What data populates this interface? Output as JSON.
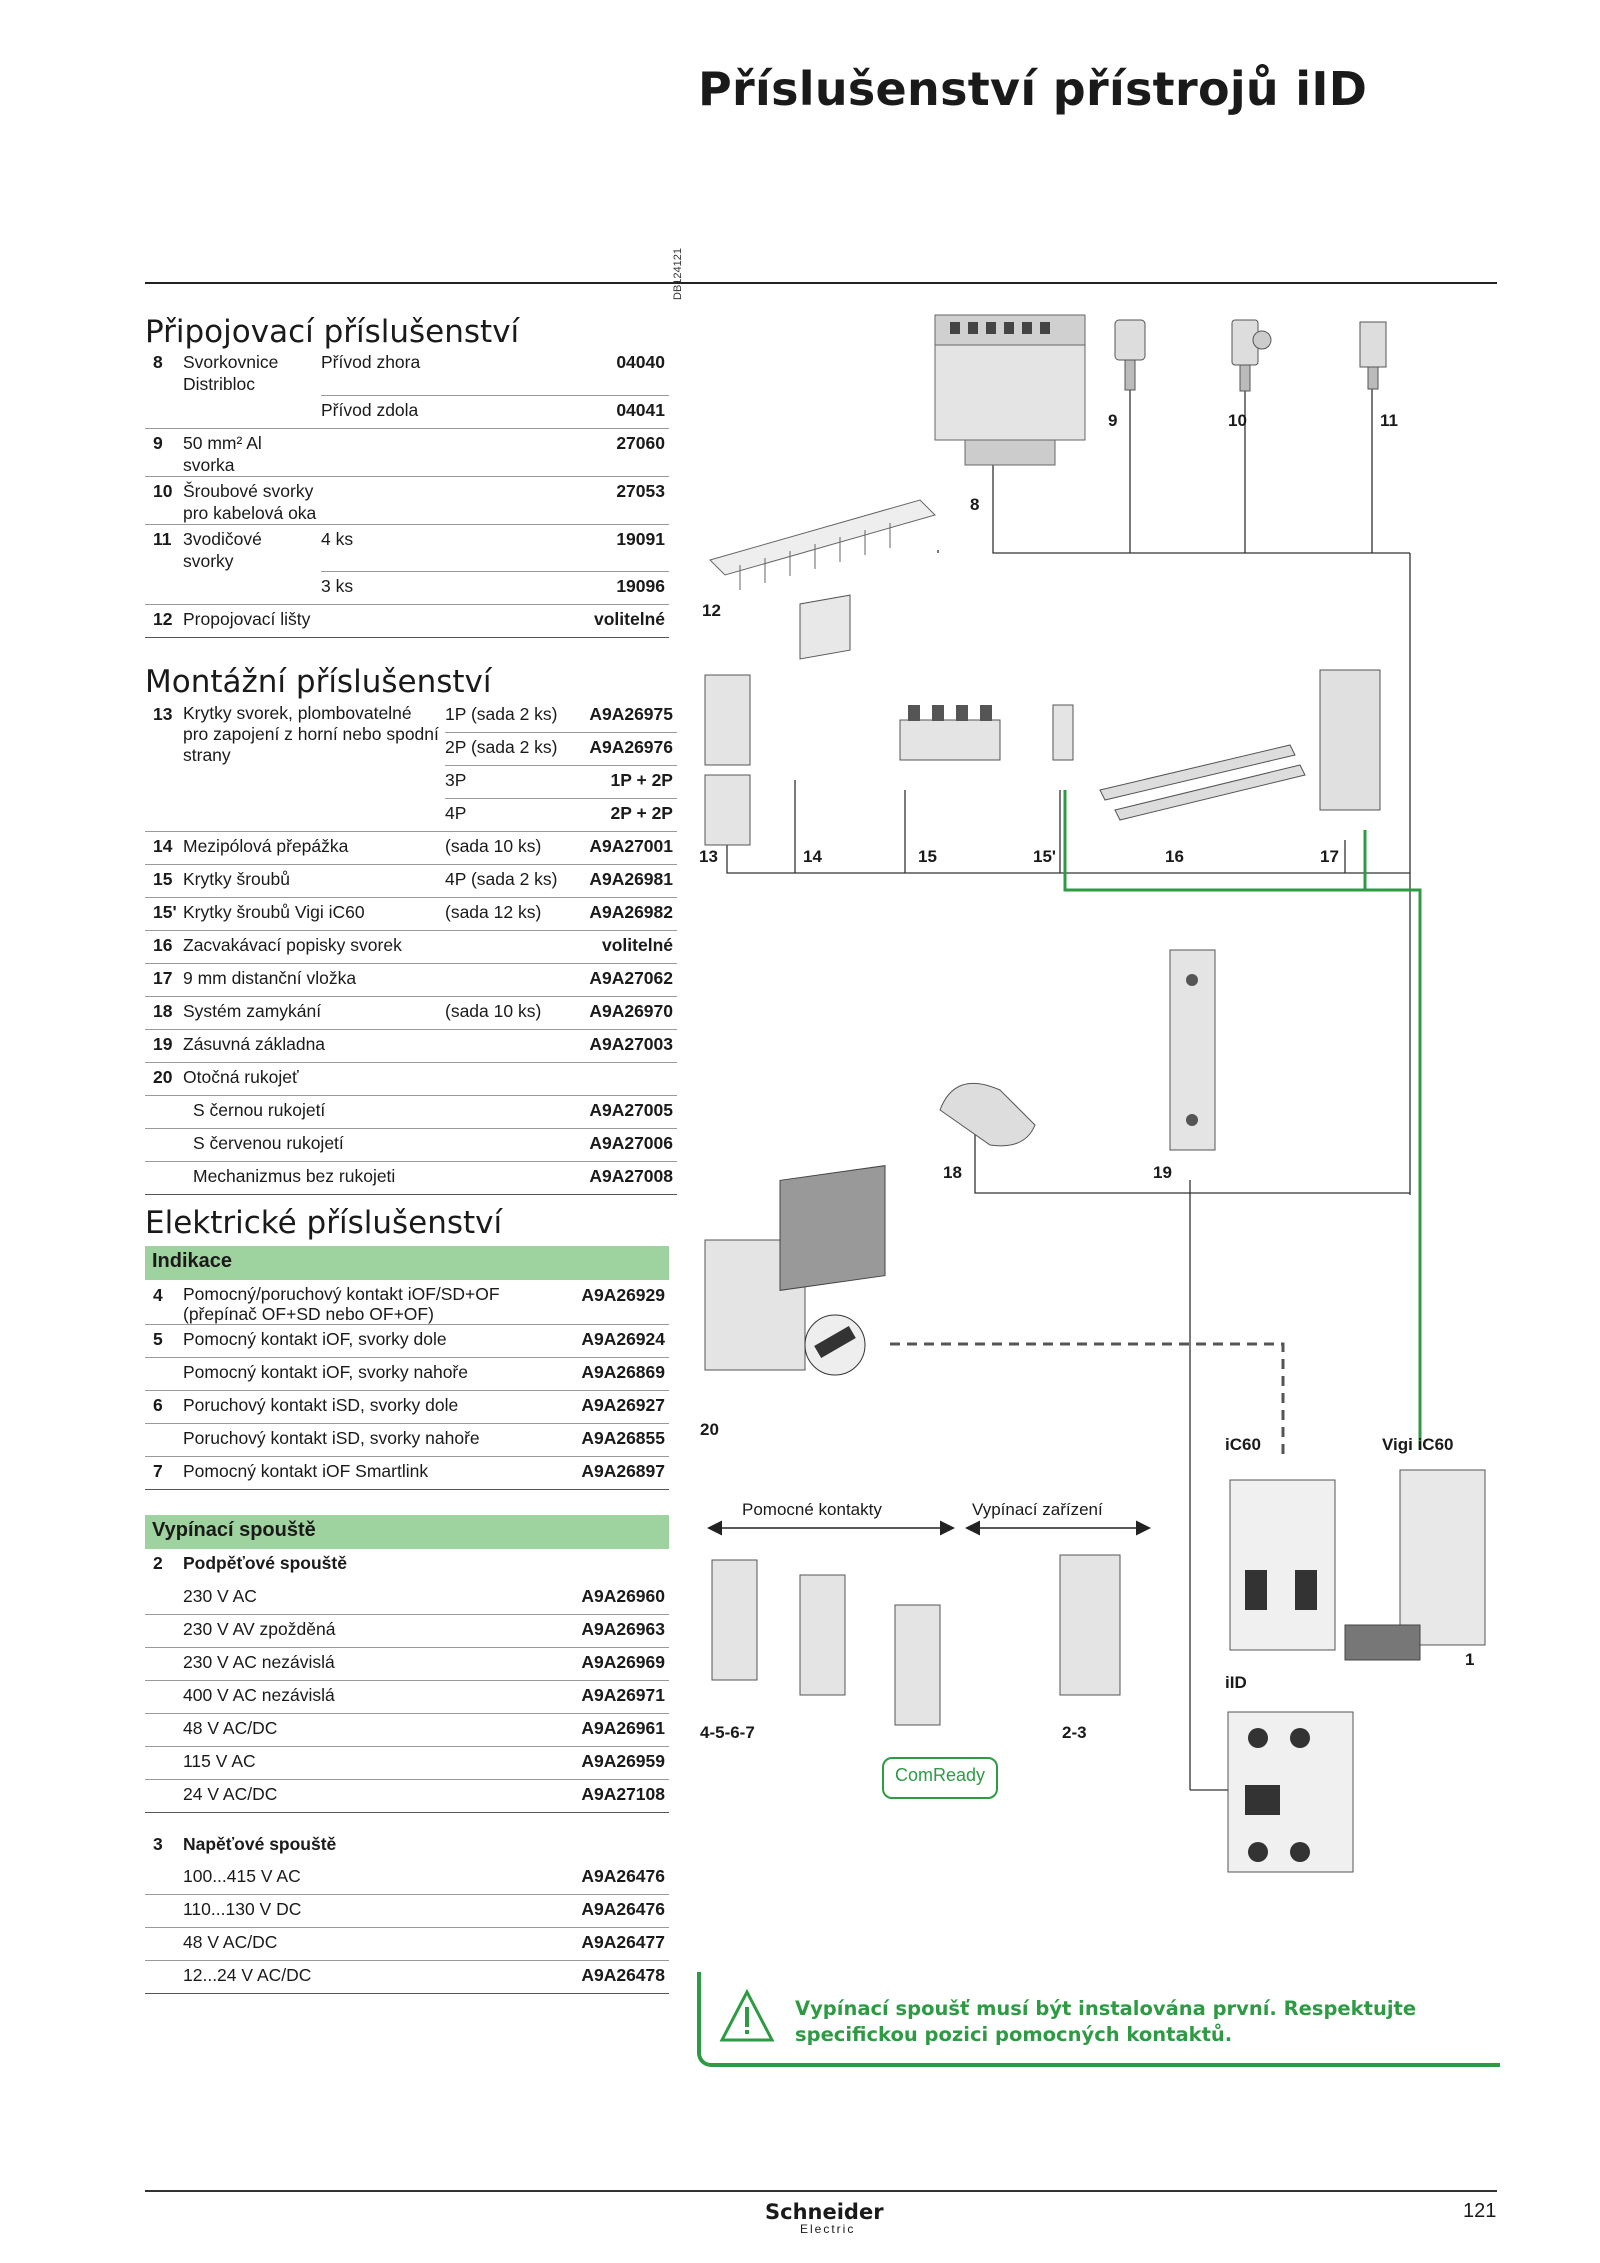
{
  "page_title": "Příslušenství přístrojů iID",
  "image_code": "DB124121",
  "sections": {
    "connection": "Připojovací příslušenství",
    "mounting": "Montážní příslušenství",
    "electrical": "Elektrické příslušenství"
  },
  "connection_rows": [
    {
      "num": "8",
      "name": "Svorkovnice Distribloc",
      "option": "Přívod zhora",
      "ref": "04040"
    },
    {
      "num": "",
      "name": "",
      "option": "Přívod zdola",
      "ref": "04041"
    },
    {
      "num": "9",
      "name": "50 mm² Al svorka",
      "option": "",
      "ref": "27060"
    },
    {
      "num": "10",
      "name": "Šroubové svorky pro kabelová oka",
      "option": "",
      "ref": "27053"
    },
    {
      "num": "11",
      "name": "3vodičové svorky",
      "option": "4 ks",
      "ref": "19091"
    },
    {
      "num": "",
      "name": "",
      "option": "3 ks",
      "ref": "19096"
    },
    {
      "num": "12",
      "name": "Propojovací lišty",
      "option": "",
      "ref": "volitelné"
    }
  ],
  "mounting_rows": [
    {
      "num": "13",
      "name": "Krytky svorek, plombovatelné pro zapojení z horní nebo spodní strany",
      "option": "1P (sada 2 ks)",
      "ref": "A9A26975"
    },
    {
      "num": "",
      "name": "",
      "option": "2P (sada 2 ks)",
      "ref": "A9A26976"
    },
    {
      "num": "",
      "name": "",
      "option": "3P",
      "ref": "1P + 2P"
    },
    {
      "num": "",
      "name": "",
      "option": "4P",
      "ref": "2P + 2P"
    },
    {
      "num": "14",
      "name": "Mezipólová přepážka",
      "option": "(sada 10 ks)",
      "ref": "A9A27001"
    },
    {
      "num": "15",
      "name": "Krytky šroubů",
      "option": "4P (sada 2 ks)",
      "ref": "A9A26981"
    },
    {
      "num": "15'",
      "name": "Krytky šroubů     Vigi iC60",
      "option": "(sada 12 ks)",
      "ref": "A9A26982"
    },
    {
      "num": "16",
      "name": "Zacvakávací popisky svorek",
      "option": "",
      "ref": "volitelné"
    },
    {
      "num": "17",
      "name": "9 mm distanční vložka",
      "option": "",
      "ref": "A9A27062"
    },
    {
      "num": "18",
      "name": "Systém zamykání",
      "option": "(sada 10 ks)",
      "ref": "A9A26970"
    },
    {
      "num": "19",
      "name": "Zásuvná základna",
      "option": "",
      "ref": "A9A27003"
    },
    {
      "num": "20",
      "name": "Otočná rukojeť",
      "option": "",
      "ref": ""
    },
    {
      "num": "",
      "name": "S černou rukojetí",
      "option": "",
      "ref": "A9A27005"
    },
    {
      "num": "",
      "name": "S červenou rukojetí",
      "option": "",
      "ref": "A9A27006"
    },
    {
      "num": "",
      "name": "Mechanizmus bez rukojeti",
      "option": "",
      "ref": "A9A27008"
    }
  ],
  "indication": {
    "title": "Indikace",
    "rows": [
      {
        "num": "4",
        "name": "Pomocný/poruchový kontakt iOF/SD+OF (přepínač OF+SD nebo OF+OF)",
        "ref": "A9A26929"
      },
      {
        "num": "5",
        "name": "Pomocný kontakt iOF, svorky dole",
        "ref": "A9A26924"
      },
      {
        "num": "",
        "name": "Pomocný kontakt iOF, svorky nahoře",
        "ref": "A9A26869"
      },
      {
        "num": "6",
        "name": "Poruchový kontakt iSD, svorky dole",
        "ref": "A9A26927"
      },
      {
        "num": "",
        "name": "Poruchový kontakt iSD, svorky nahoře",
        "ref": "A9A26855"
      },
      {
        "num": "7",
        "name": "Pomocný kontakt iOF Smartlink",
        "ref": "A9A26897"
      }
    ]
  },
  "tripping": {
    "title": "Vypínací spouště",
    "undervoltage": {
      "num": "2",
      "title": "Podpěťové spouště",
      "rows": [
        {
          "name": "230 V AC",
          "ref": "A9A26960"
        },
        {
          "name": "230 V AV zpožděná",
          "ref": "A9A26963"
        },
        {
          "name": "230 V AC nezávislá",
          "ref": "A9A26969"
        },
        {
          "name": "400 V AC nezávislá",
          "ref": "A9A26971"
        },
        {
          "name": "48 V AC/DC",
          "ref": "A9A26961"
        },
        {
          "name": "115 V AC",
          "ref": "A9A26959"
        },
        {
          "name": "24 V AC/DC",
          "ref": "A9A27108"
        }
      ]
    },
    "shunt": {
      "num": "3",
      "title": "Napěťové spouště",
      "rows": [
        {
          "name": "100...415 V AC",
          "ref": "A9A26476"
        },
        {
          "name": "110...130 V DC",
          "ref": "A9A26476"
        },
        {
          "name": "48 V AC/DC",
          "ref": "A9A26477"
        },
        {
          "name": "12...24 V AC/DC",
          "ref": "A9A26478"
        }
      ]
    }
  },
  "diagram_labels": {
    "n8": "8",
    "n9": "9",
    "n10": "10",
    "n11": "11",
    "n12": "12",
    "n13": "13",
    "n14": "14",
    "n15": "15",
    "n15p": "15'",
    "n16": "16",
    "n17": "17",
    "n18": "18",
    "n19": "19",
    "n20": "20",
    "ic60": "iC60",
    "vigi": "Vigi iC60",
    "iid": "iID",
    "n1": "1",
    "aux": "Pomocné kontakty",
    "trip": "Vypínací zařízení",
    "g4567": "4-5-6-7",
    "g23": "2-3",
    "comready": "ComReady"
  },
  "warning": "Vypínací spoušť musí být instalována první. Respektujte specifickou pozici pomocných kontaktů.",
  "footer": {
    "brand": "Schneider",
    "brand_sub": "Electric",
    "page": "121"
  },
  "colors": {
    "green": "#2e9b44",
    "header_green": "#9ed29e"
  }
}
